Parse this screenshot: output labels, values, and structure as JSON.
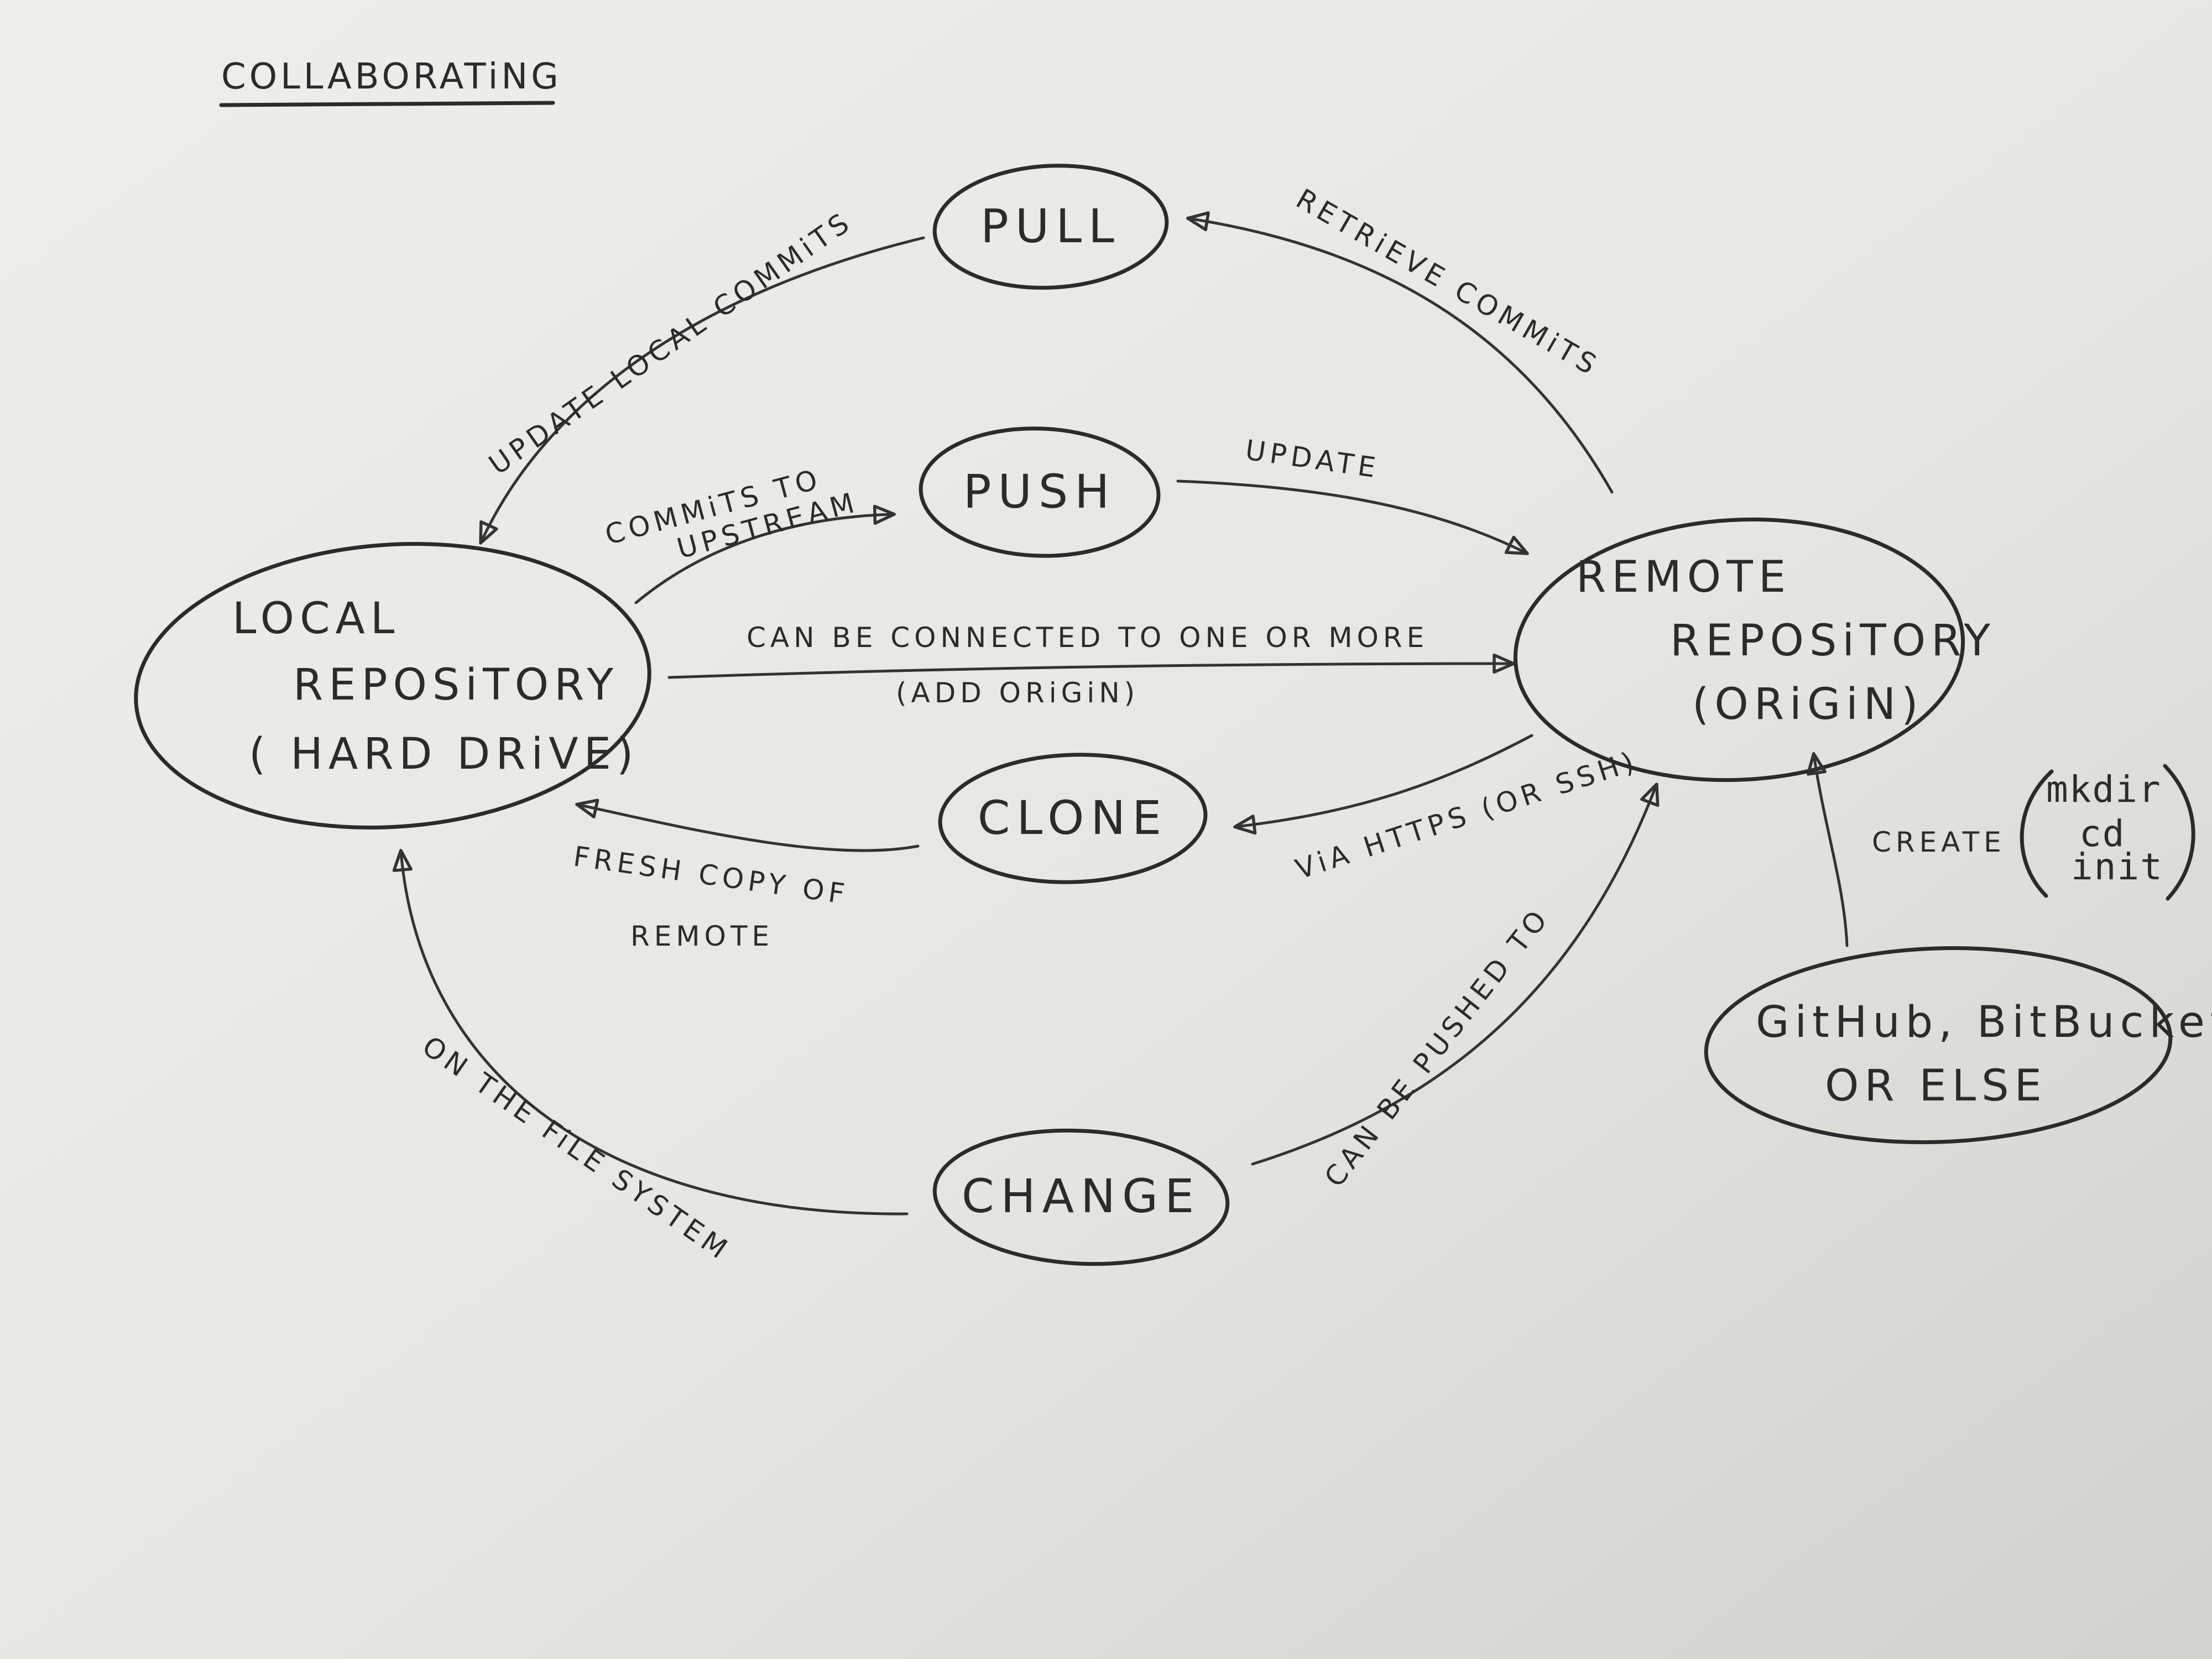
{
  "title": "COLLABORATiNG",
  "nodes": {
    "pull": "PULL",
    "push": "PUSH",
    "clone": "CLONE",
    "change": "CHANGE",
    "local": {
      "line1": "LOCAL",
      "line2": "REPOSiTORY",
      "line3": "( HARD  DRiVE)"
    },
    "remote": {
      "line1": "REMOTE",
      "line2": "REPOSiTORY",
      "line3": "(ORiGiN)"
    },
    "hosting": {
      "line1": "GitHub, BitBucket",
      "line2": "OR  ELSE"
    }
  },
  "edges": {
    "update_local_commits": "UPDATE LOCAL COMMiTS",
    "retrieve_commits": "RETRiEVE COMMiTS",
    "commits_to": "COMMiTS TO",
    "upstream": "UPSTREAM",
    "update": "UPDATE",
    "connected_line1": "CAN BE CONNECTED TO ONE OR MORE",
    "connected_line2": "(ADD ORiGiN)",
    "via_https": "ViA HTTPS (OR SSH)",
    "fresh_copy_line1": "FRESH  COPY  OF",
    "fresh_copy_line2": "REMOTE",
    "on_file_system": "ON THE FiLE SYSTEM",
    "can_be_pushed": "CAN BE PUSHED TO",
    "create": "CREATE"
  },
  "commands": [
    "mkdir",
    "cd",
    "init"
  ]
}
